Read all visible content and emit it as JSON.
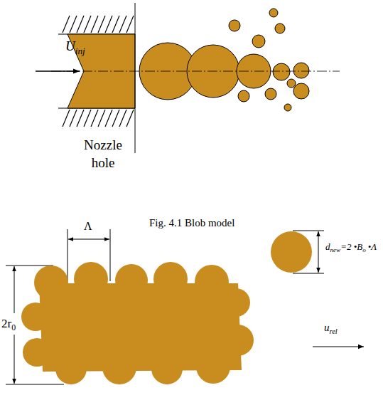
{
  "diagram": {
    "caption": "Fig. 4.1 Blob model",
    "labels": [
      "U",
      "inj",
      "Nozzle hole",
      "Λ",
      "2r",
      "0",
      "d",
      "new",
      "=2 •B",
      "o",
      "•Λ",
      "u",
      "rel"
    ]
  }
}
